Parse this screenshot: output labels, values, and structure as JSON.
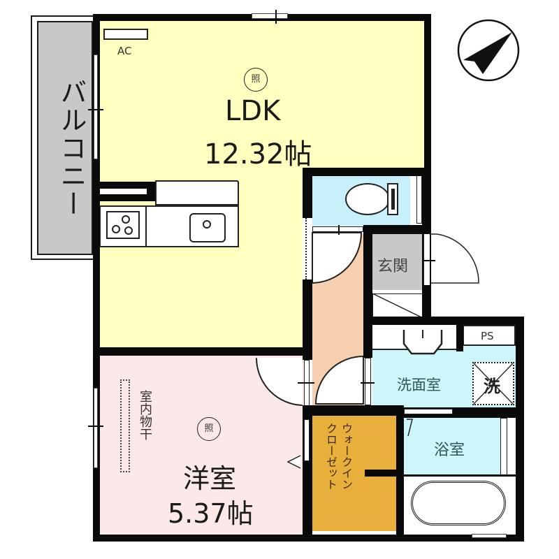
{
  "plan": {
    "colors": {
      "ldk": "#ffffc0",
      "western_room": "#fbe8e8",
      "toilet": "#c8f0fa",
      "washroom": "#cdf6fb",
      "bathroom": "#cdf6fb",
      "entrance": "#c8c8c8",
      "hallway": "#f5cfae",
      "walk_in_closet": "#e8b03a",
      "balcony": "#c8c8c8",
      "wall": "#0a0a0a"
    },
    "compass": {
      "icon": "north-arrow-icon",
      "direction": "northeast"
    }
  },
  "rooms": {
    "balcony": {
      "label": "バルコニー"
    },
    "ldk": {
      "name": "LDK",
      "size": "12.32帖",
      "ac_label": "AC",
      "light_symbol": "照"
    },
    "western_room": {
      "name": "洋室",
      "size": "5.37帖",
      "light_symbol": "照",
      "drying_label": "室内物干"
    },
    "entrance": {
      "label": "玄関"
    },
    "washroom": {
      "label": "洗面室",
      "washer_label": "洗"
    },
    "ps": {
      "label": "PS"
    },
    "bathroom": {
      "label": "浴室"
    },
    "walk_in_closet": {
      "label_line1": "ウォークイン",
      "label_line2": "クローゼット"
    }
  }
}
